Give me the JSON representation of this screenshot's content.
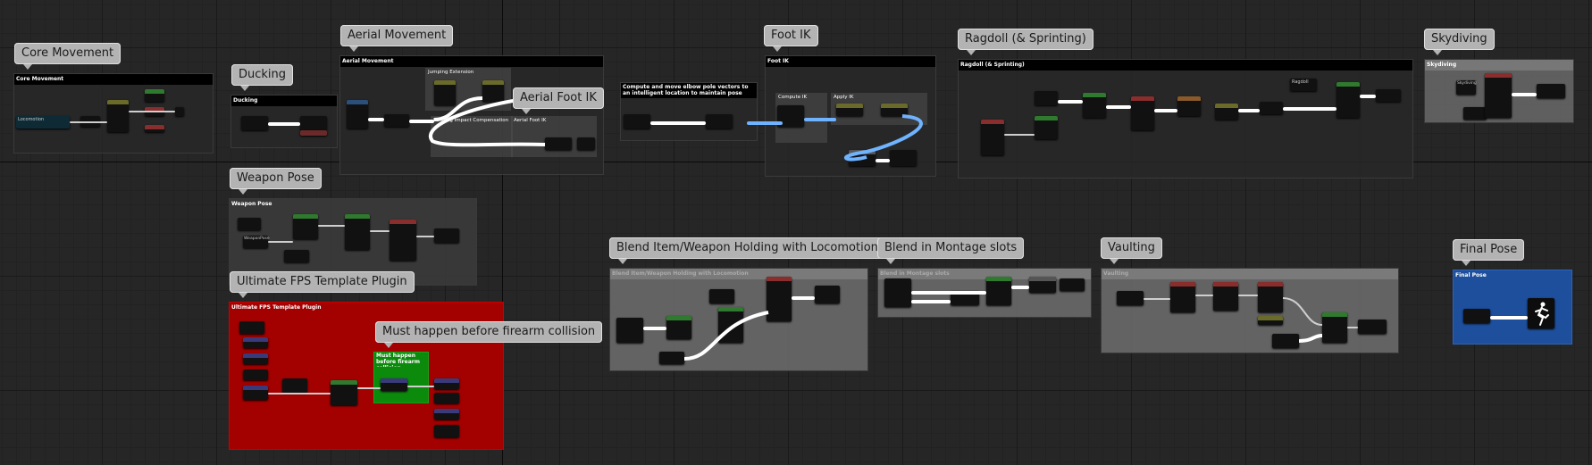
{
  "comments": {
    "core_movement": {
      "bubble": "Core Movement",
      "header": "Core Movement"
    },
    "ducking": {
      "bubble": "Ducking",
      "header": "Ducking"
    },
    "aerial_movement": {
      "bubble": "Aerial Movement",
      "header": "Aerial Movement"
    },
    "jumping_extension": {
      "header": "Jumping Extension"
    },
    "landing_impact": {
      "header": "Landing Impact Compensation"
    },
    "aerial_foot_ik": {
      "bubble": "Aerial Foot IK",
      "header": "Aerial Foot IK"
    },
    "elbow_pole": {
      "header": "Compute and move elbow pole vectors to an intelligent location to maintain pose"
    },
    "foot_ik": {
      "bubble": "Foot IK",
      "header": "Foot IK"
    },
    "compute_ik": {
      "header": "Compute IK"
    },
    "apply_ik": {
      "header": "Apply IK"
    },
    "ragdoll": {
      "bubble": "Ragdoll (& Sprinting)",
      "header": "Ragdoll (& Sprinting)",
      "node_label": "Ragdoll"
    },
    "skydiving": {
      "bubble": "Skydiving",
      "header": "Skydiving",
      "node_label": "Skydiving"
    },
    "weapon_pose": {
      "bubble": "Weapon Pose",
      "header": "Weapon Pose",
      "node_label": "WeaponPose"
    },
    "ufps_plugin": {
      "bubble": "Ultimate FPS Template Plugin",
      "header": "Ultimate FPS Template Plugin"
    },
    "firearm_collision": {
      "bubble": "Must happen before firearm collision",
      "header": "Must happen before firearm collision"
    },
    "blend_item": {
      "bubble": "Blend Item/Weapon Holding with Locomotion",
      "header": "Blend Item/Weapon Holding with Locomotion"
    },
    "montage": {
      "bubble": "Blend in Montage slots",
      "header": "Blend in Montage slots"
    },
    "vaulting": {
      "bubble": "Vaulting",
      "header": "Vaulting"
    },
    "final_pose": {
      "bubble": "Final Pose",
      "header": "Final Pose"
    }
  },
  "core_node_label": "Locomotion",
  "colors": {
    "comment_bg": "#282828",
    "red_comment": "#a30000",
    "green_comment": "#0b8a0b",
    "final_pose": "#1d4f9c",
    "wire_blue": "#6fb3ff"
  }
}
